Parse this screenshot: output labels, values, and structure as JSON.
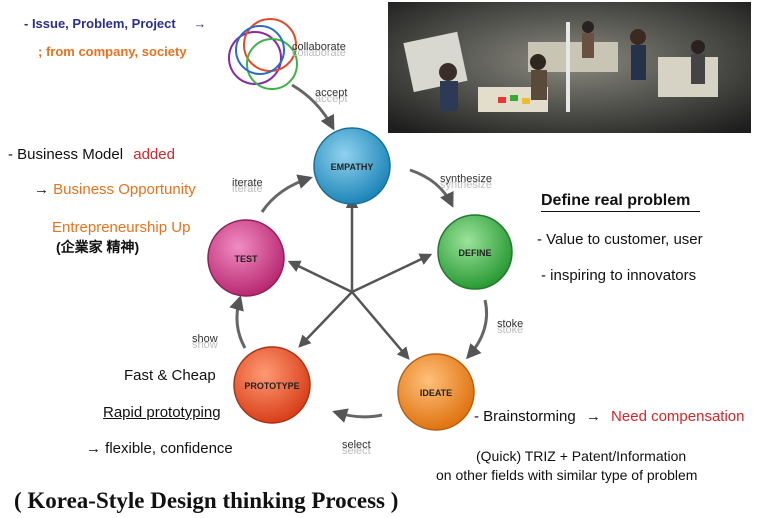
{
  "top_left": {
    "line1": "- Issue,  Problem,  Project",
    "arrow": "→",
    "line2": "; from company, society"
  },
  "circles_label": "collaborate",
  "nodes": {
    "empathy": "EMPATHY",
    "define": "DEFINE",
    "ideate": "IDEATE",
    "prototype": "PROTOTYPE",
    "test": "TEST"
  },
  "edges": {
    "accept": "accept",
    "synthesize": "synthesize",
    "stoke": "stoke",
    "select": "select",
    "show": "show",
    "iterate": "iterate"
  },
  "left_notes": {
    "business_model": "-  Business Model",
    "added": "added",
    "business_opportunity_arrow": "→",
    "business_opportunity": "Business Opportunity",
    "entrepreneurship": "Entrepreneurship  Up",
    "entrepreneurship_cjk": "(企業家 精神)"
  },
  "right_notes": {
    "title": "Define real problem",
    "value": "- Value to customer, user",
    "inspiring": "- inspiring to innovators"
  },
  "prototype_notes": {
    "fast": "Fast & Cheap",
    "rapid": "Rapid prototyping",
    "flexible": "→ flexible, confidence"
  },
  "ideate_notes": {
    "brainstorming": "- Brainstorming",
    "arrow": "→",
    "need": "Need compensation",
    "triz": "(Quick) TRIZ  + Patent/Information",
    "other": "on other fields with similar type of problem"
  },
  "footer": "( Korea-Style Design thinking Process )",
  "colors": {
    "empathy": "#2e9fd0",
    "define": "#3db64a",
    "ideate": "#f08a1f",
    "prototype": "#e8502a",
    "test": "#d03a8a",
    "orange_text": "#e5731f",
    "red_text": "#d2262b",
    "blue_text": "#2b2f8c"
  }
}
